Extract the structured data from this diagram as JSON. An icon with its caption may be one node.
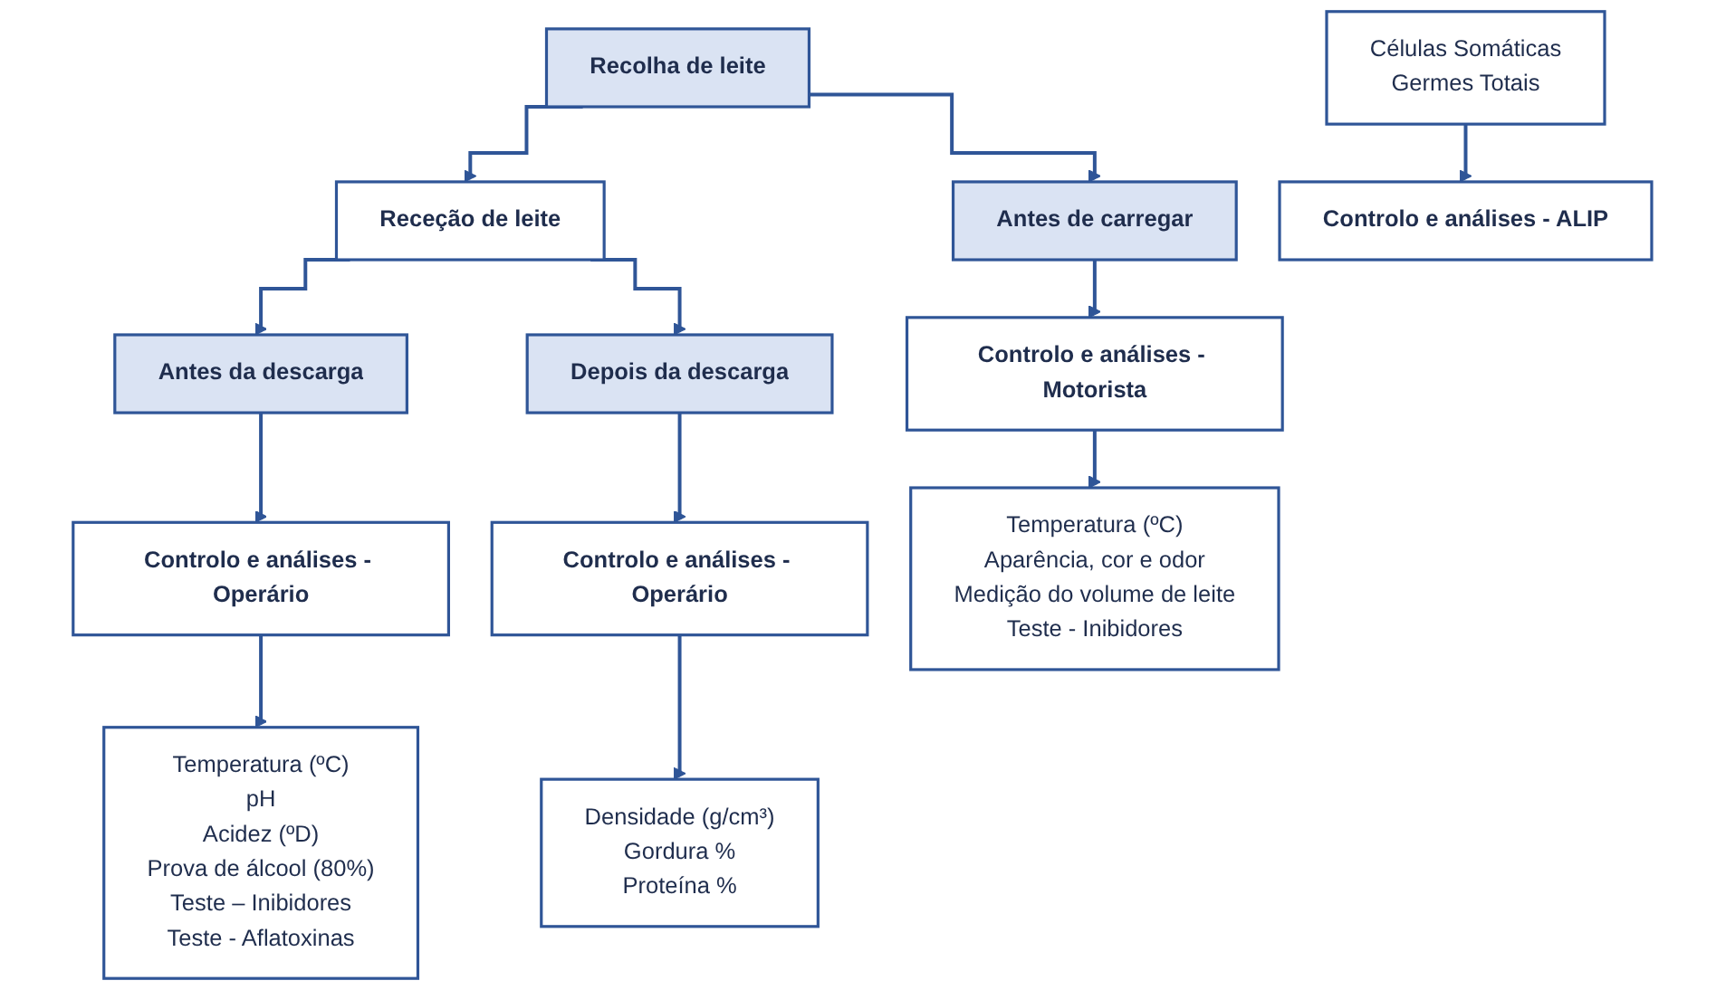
{
  "diagram": {
    "nodes": [
      {
        "text": [
          "Recolha de leite"
        ]
      },
      {
        "text": [
          "Receção de leite"
        ]
      },
      {
        "text": [
          "Antes de carregar"
        ]
      },
      {
        "text": [
          "Antes da descarga"
        ]
      },
      {
        "text": [
          "Depois da descarga"
        ]
      },
      {
        "text": [
          "Controlo e análises - Motorista"
        ]
      },
      {
        "text": [
          "Controlo e análises - Operário"
        ]
      },
      {
        "text": [
          "Controlo e análises - Operário"
        ]
      },
      {
        "text": [
          "Temperatura (ºC)",
          "Aparência, cor e odor",
          "Medição do volume de leite",
          "Teste - Inibidores"
        ]
      },
      {
        "text": [
          "Temperatura (ºC)",
          "pH",
          "Acidez (ºD)",
          "Prova de álcool (80%)",
          "Teste – Inibidores",
          "Teste - Aflatoxinas"
        ]
      },
      {
        "text": [
          "Densidade (g/cm³)",
          "Gordura %",
          "Proteína %"
        ]
      },
      {
        "text": [
          "Células Somáticas",
          "Germes Totais"
        ]
      },
      {
        "text": [
          "Controlo e análises - ALIP"
        ]
      }
    ],
    "edges": [
      {
        "from": 0,
        "to": 2,
        "arrow": "to"
      },
      {
        "from": 0,
        "to": 1,
        "arrow": "to"
      },
      {
        "from": 1,
        "to": 3,
        "arrow": "to"
      },
      {
        "from": 1,
        "to": 4,
        "arrow": "to"
      },
      {
        "from": 2,
        "to": 5,
        "arrow": "to"
      },
      {
        "from": 3,
        "to": 6,
        "arrow": "to"
      },
      {
        "from": 4,
        "to": 7,
        "arrow": "to"
      },
      {
        "from": 5,
        "to": 8,
        "arrow": "to"
      },
      {
        "from": 6,
        "to": 9,
        "arrow": "to"
      },
      {
        "from": 7,
        "to": 10,
        "arrow": "to"
      },
      {
        "from": 11,
        "to": 12,
        "arrow": "to"
      }
    ]
  }
}
